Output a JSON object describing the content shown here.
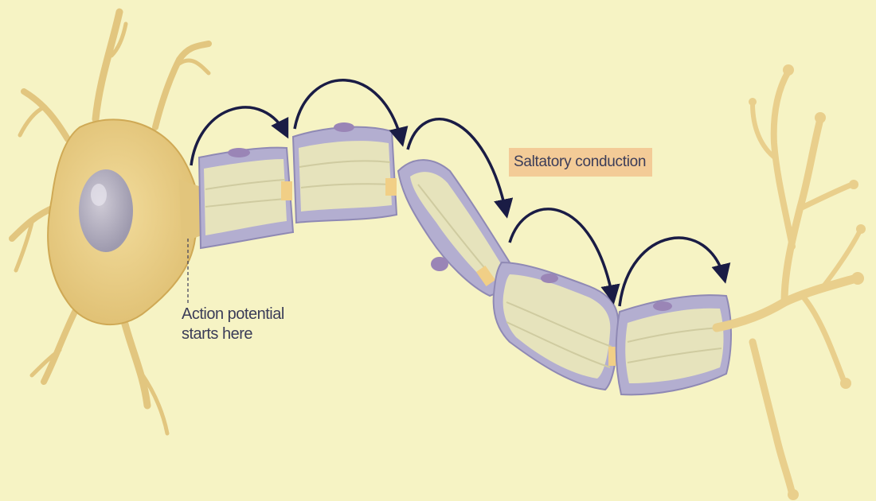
{
  "figure": {
    "labels": {
      "saltatory_conduction": "Saltatory conduction",
      "action_potential_line1": "Action potential",
      "action_potential_line2": "starts here"
    },
    "colors": {
      "background": "#f6f3c4",
      "cell_body": "#ecd08a",
      "nucleus": "#aeaab8",
      "myelin_sheath": "#b3aed0",
      "myelin_inner": "#e6e3bc",
      "node_of_ranvier": "#f1cf86",
      "arrow": "#1a1c45",
      "label_highlight": "#f3cb97"
    },
    "counts": {
      "myelin_segments": 5,
      "conduction_arrows": 5
    }
  }
}
